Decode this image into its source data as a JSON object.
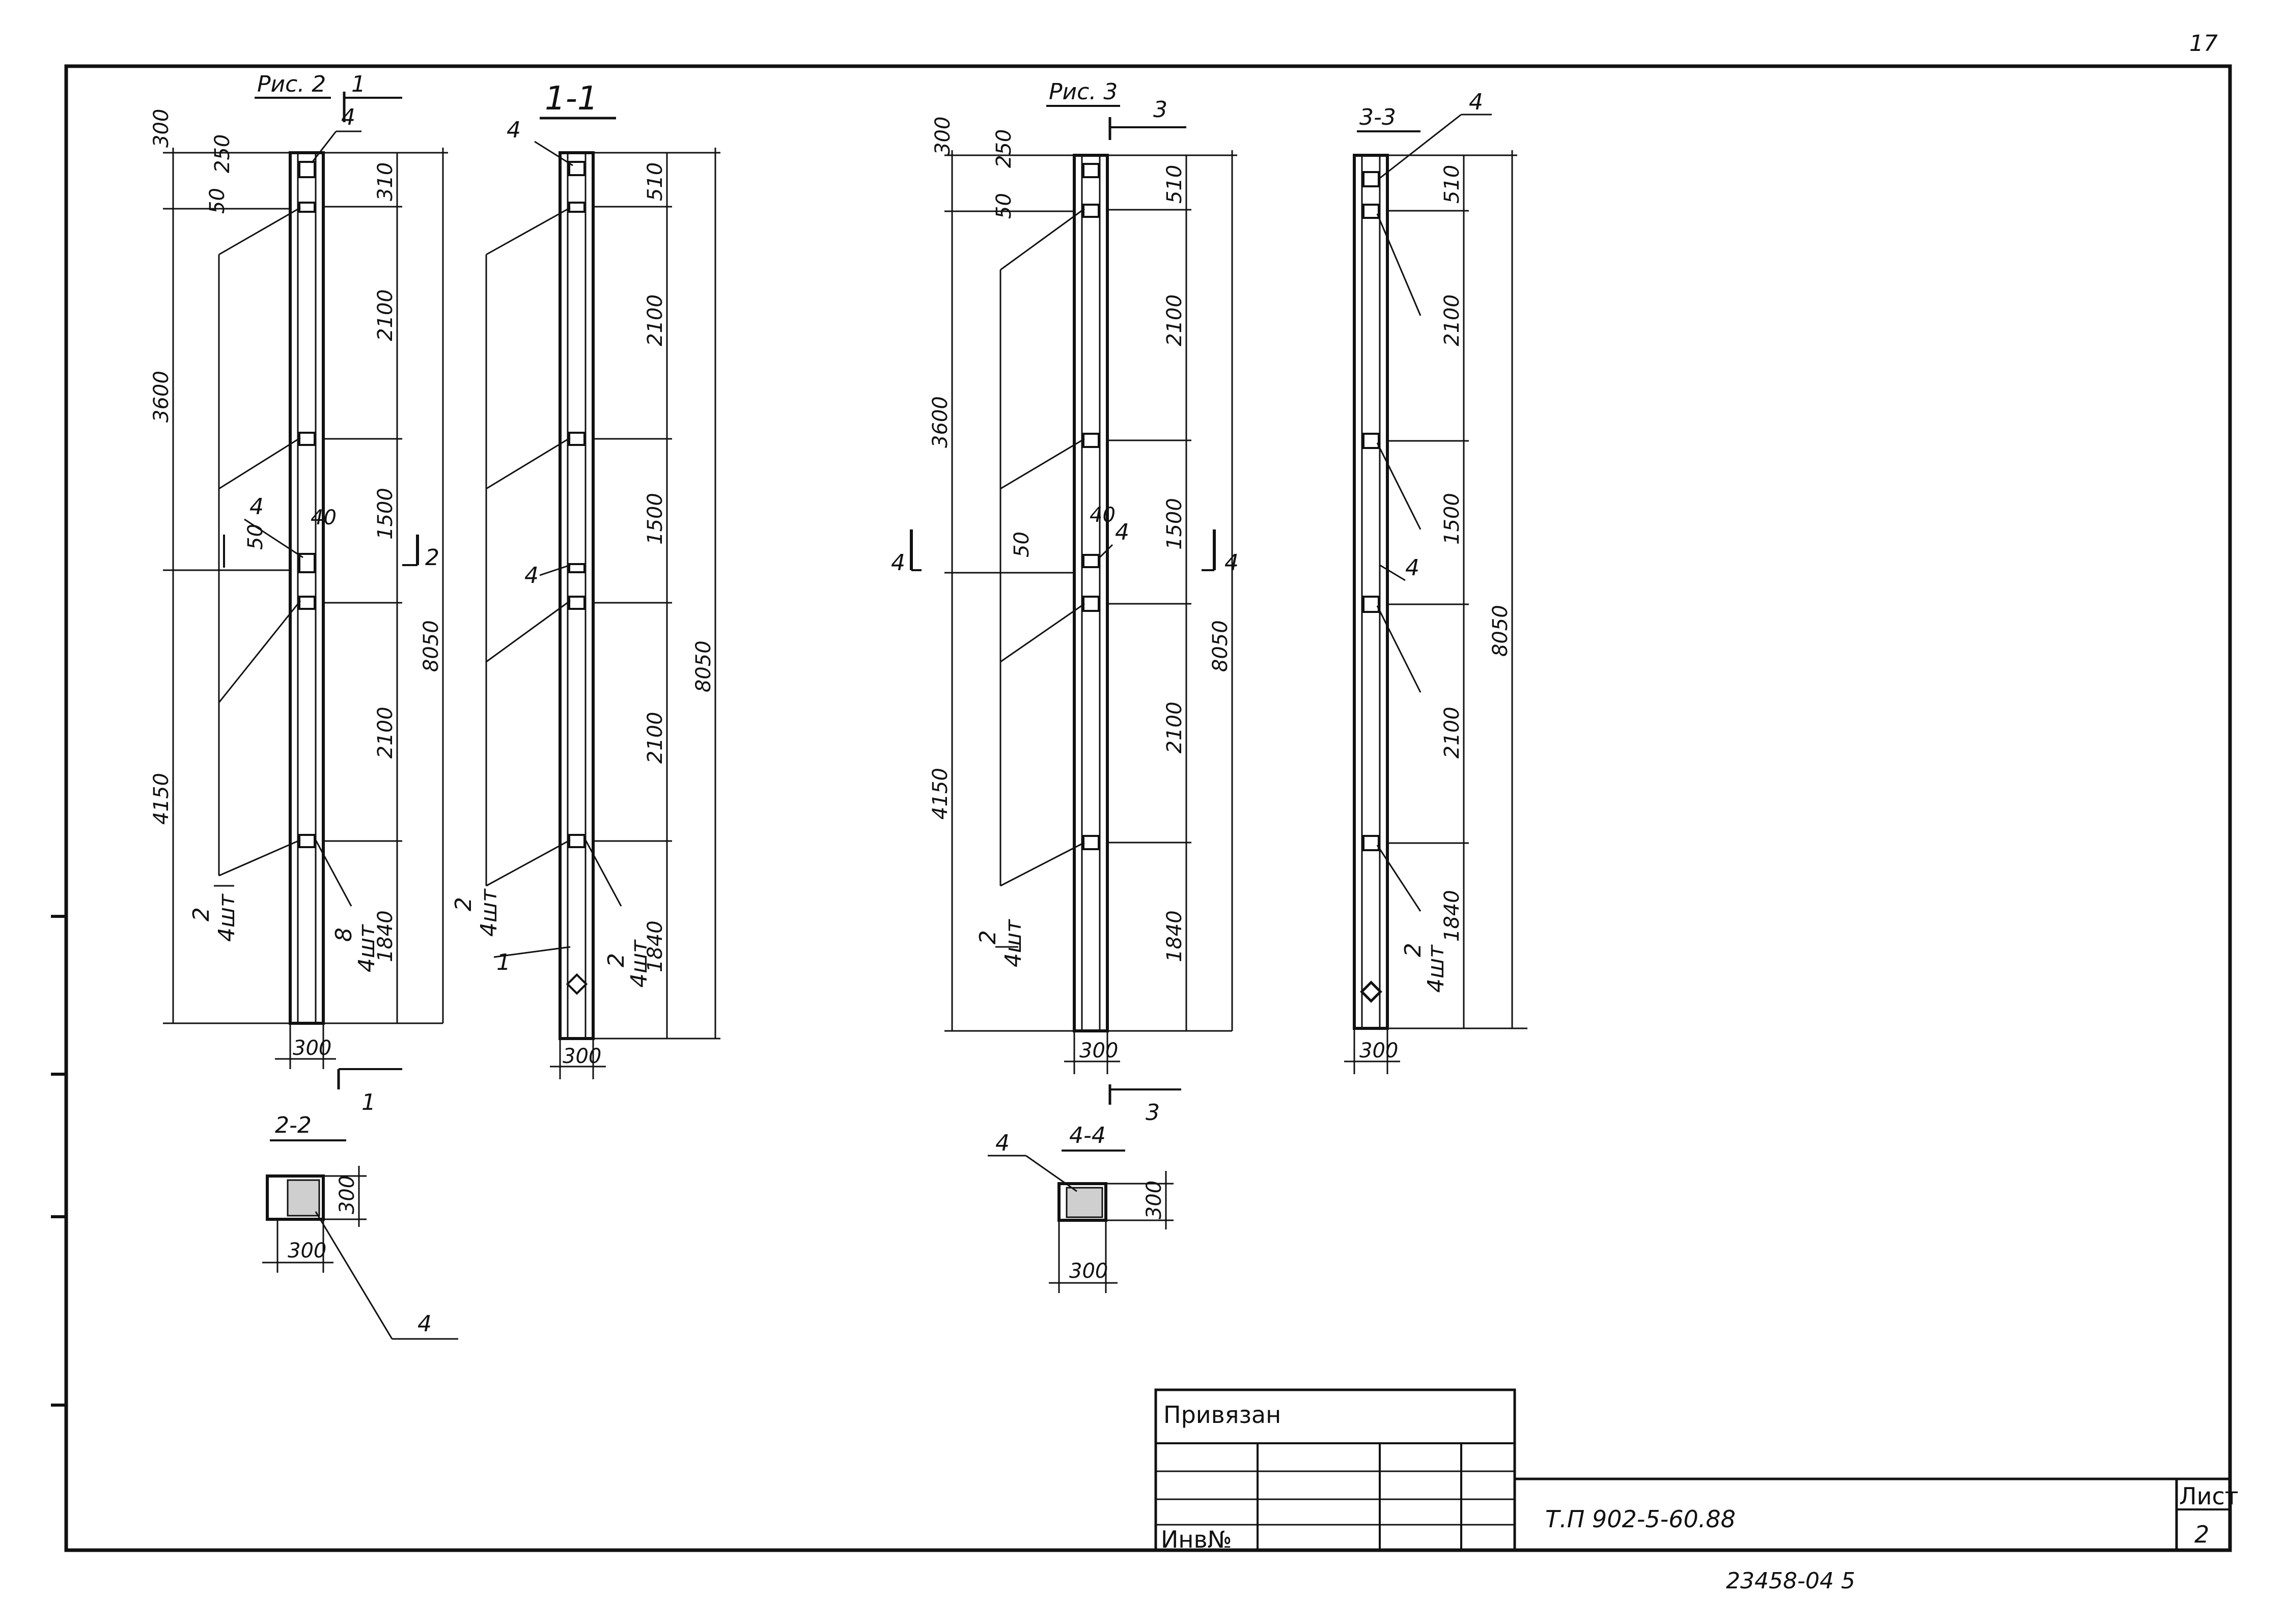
{
  "corner_mark": "17",
  "views": {
    "fig2": {
      "title": "Рис. 2",
      "cut_mark": "1",
      "dims_left": [
        "300",
        "250",
        "50",
        "3600",
        "4150"
      ],
      "dims_right": [
        "310",
        "2100",
        "1500",
        "2100",
        "1840"
      ],
      "dim_total": "8050",
      "width": "300",
      "leaders": [
        "4",
        "4",
        "2",
        "4шт",
        "8",
        "4шт"
      ],
      "mid": [
        "50",
        "40",
        "2"
      ]
    },
    "sec11": {
      "title": "1-1",
      "dims_right": [
        "510",
        "2100",
        "1500",
        "2100",
        "1840"
      ],
      "dim_total": "8050",
      "width": "300",
      "leaders": [
        "4",
        "4",
        "2",
        "4шт",
        "1",
        "2",
        "4шт"
      ]
    },
    "fig3": {
      "title": "Рис. 3",
      "cut_mark": "3",
      "dims_left": [
        "300",
        "250",
        "50",
        "3600",
        "4150"
      ],
      "dims_right": [
        "510",
        "2100",
        "1500",
        "2100",
        "1840"
      ],
      "dim_total": "8050",
      "width": "300",
      "leaders": [
        "4",
        "2",
        "4шт"
      ],
      "mid": [
        "50",
        "40",
        "4"
      ]
    },
    "sec33": {
      "title": "3-3",
      "dims_right": [
        "510",
        "2100",
        "1500",
        "2100",
        "1840"
      ],
      "dim_total": "8050",
      "width": "300",
      "leaders": [
        "4",
        "4",
        "2",
        "4шт"
      ]
    },
    "sec22": {
      "title": "2-2",
      "w": "300",
      "h": "300",
      "leader": "4"
    },
    "sec44": {
      "title": "4-4",
      "w": "300",
      "h": "300",
      "leader": "4"
    }
  },
  "title_block": {
    "linked": "Привязан",
    "inv": "Инв№",
    "doc_code": "Т.П 902-5-60.88",
    "sheet_label": "Лист",
    "sheet_no": "2"
  },
  "archive_no": "23458-04   5"
}
